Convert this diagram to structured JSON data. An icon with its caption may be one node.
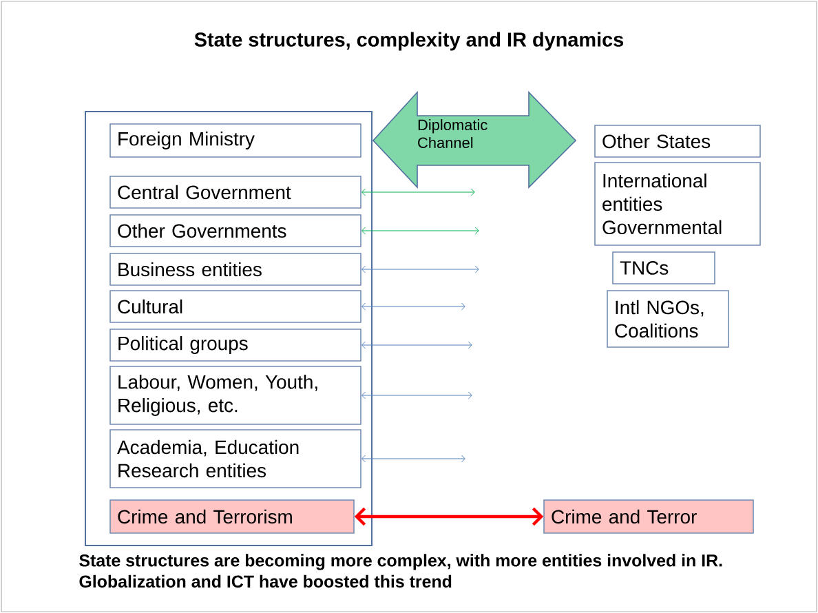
{
  "diagram": {
    "title": "State structures, complexity and IR dynamics",
    "nodes": [
      {
        "text": [],
        "shape": "box"
      },
      {
        "text": [
          "Foreign Ministry"
        ],
        "in": 0
      },
      {
        "text": [
          "Central Government"
        ],
        "in": 0
      },
      {
        "text": [
          "Other Governments"
        ],
        "in": 0
      },
      {
        "text": [
          "Business entities"
        ],
        "in": 0
      },
      {
        "text": [
          "Cultural"
        ],
        "in": 0
      },
      {
        "text": [
          "Political  groups"
        ],
        "in": 0
      },
      {
        "text": [
          "Labour, Women, Youth, Religious, etc."
        ],
        "in": 0
      },
      {
        "text": [
          "Academia, Education Research entities"
        ],
        "in": 0
      },
      {
        "text": [
          "Crime and Terrorism"
        ],
        "in": 0
      },
      {
        "text": [
          "Diplomatic Channel"
        ]
      },
      {
        "text": [
          "Other States"
        ]
      },
      {
        "text": [
          "International entities Governmental"
        ]
      },
      {
        "text": [
          "TNCs"
        ]
      },
      {
        "text": [
          "Intl NGOs, Coalitions"
        ]
      },
      {
        "text": [
          "Crime and Terror"
        ]
      }
    ],
    "edges": [
      {
        "from": 2,
        "to": null,
        "arrow": "both",
        "color": "#00b050"
      },
      {
        "from": 3,
        "to": null,
        "arrow": "both",
        "color": "#00b050"
      },
      {
        "from": 4,
        "to": null,
        "arrow": "both"
      },
      {
        "from": 5,
        "to": null,
        "arrow": "both"
      },
      {
        "from": 6,
        "to": null,
        "arrow": "both"
      },
      {
        "from": 7,
        "to": null,
        "arrow": "both"
      },
      {
        "from": 8,
        "to": null,
        "arrow": "both"
      },
      {
        "from": 9,
        "to": 15,
        "arrow": "both",
        "style": "thick",
        "color": "#ff0000"
      }
    ],
    "labels": [
      "State structures are becoming more complex, with more entities involved in IR.",
      "Globalization and ICT have boosted this trend"
    ]
  }
}
